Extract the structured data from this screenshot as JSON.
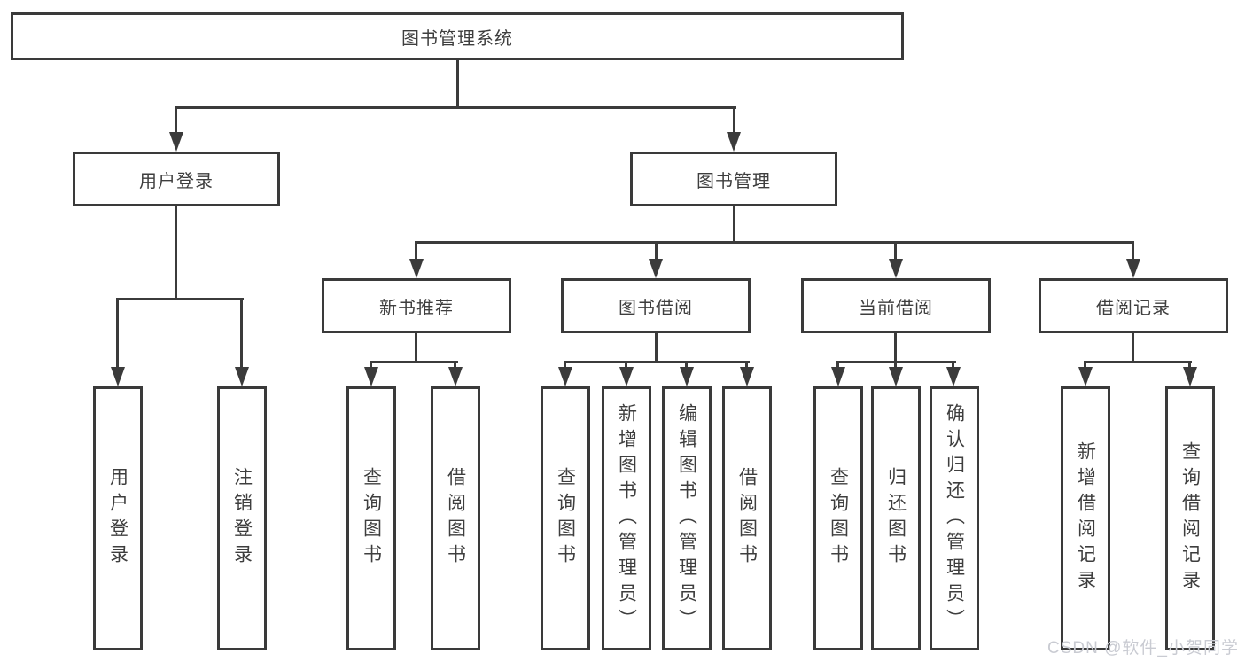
{
  "diagram": {
    "root": "图书管理系统",
    "level2": [
      {
        "label": "用户登录"
      },
      {
        "label": "图书管理"
      }
    ],
    "level3": [
      {
        "label": "新书推荐"
      },
      {
        "label": "图书借阅"
      },
      {
        "label": "当前借阅"
      },
      {
        "label": "借阅记录"
      }
    ],
    "leaves": {
      "user_login": [
        "用户登录",
        "注销登录"
      ],
      "new_book_recommend": [
        "查询图书",
        "借阅图书"
      ],
      "book_borrow": [
        "查询图书",
        "新增图书（管理员）",
        "编辑图书（管理员）",
        "借阅图书"
      ],
      "current_borrow": [
        "查询图书",
        "归还图书",
        "确认归还（管理员）"
      ],
      "borrow_records": [
        "新增借阅记录",
        "查询借阅记录"
      ]
    }
  },
  "watermark": "CSDN @软件_小贺同学",
  "colors": {
    "line": "#3b3b3b",
    "text": "#3e3e3e",
    "background": "#ffffff",
    "watermark": "#c9cbd2"
  }
}
